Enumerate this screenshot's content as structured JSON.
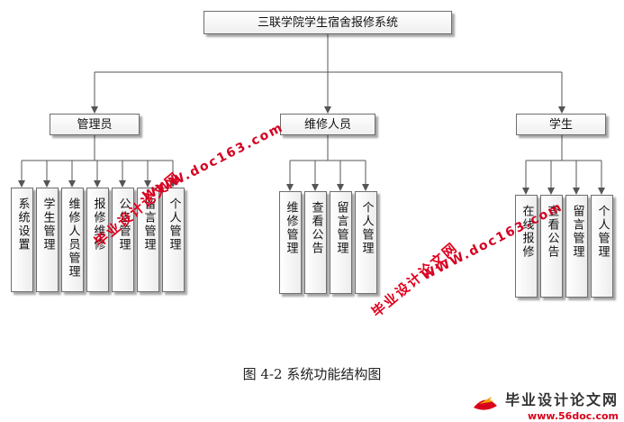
{
  "root": "三联学院学生宿舍报修系统",
  "branches": [
    {
      "label": "管理员",
      "children": [
        "系统设置",
        "学生管理",
        "维修人员管理",
        "报修维修",
        "公告管理",
        "留言管理",
        "个人管理"
      ]
    },
    {
      "label": "维修人员",
      "children": [
        "维修管理",
        "查看公告",
        "留言管理",
        "个人管理"
      ]
    },
    {
      "label": "学生",
      "children": [
        "在线报修",
        "查看公告",
        "留言管理",
        "个人管理"
      ]
    }
  ],
  "caption": "图 4-2 系统功能结构图",
  "watermark": {
    "line1": "毕业设计论文网",
    "line2": "WWW.doc163.com"
  },
  "logo": {
    "text": "毕业设计论文网",
    "url": "www.56doc.com"
  },
  "colors": {
    "line": "#555555",
    "watermark": "#e0001e"
  }
}
